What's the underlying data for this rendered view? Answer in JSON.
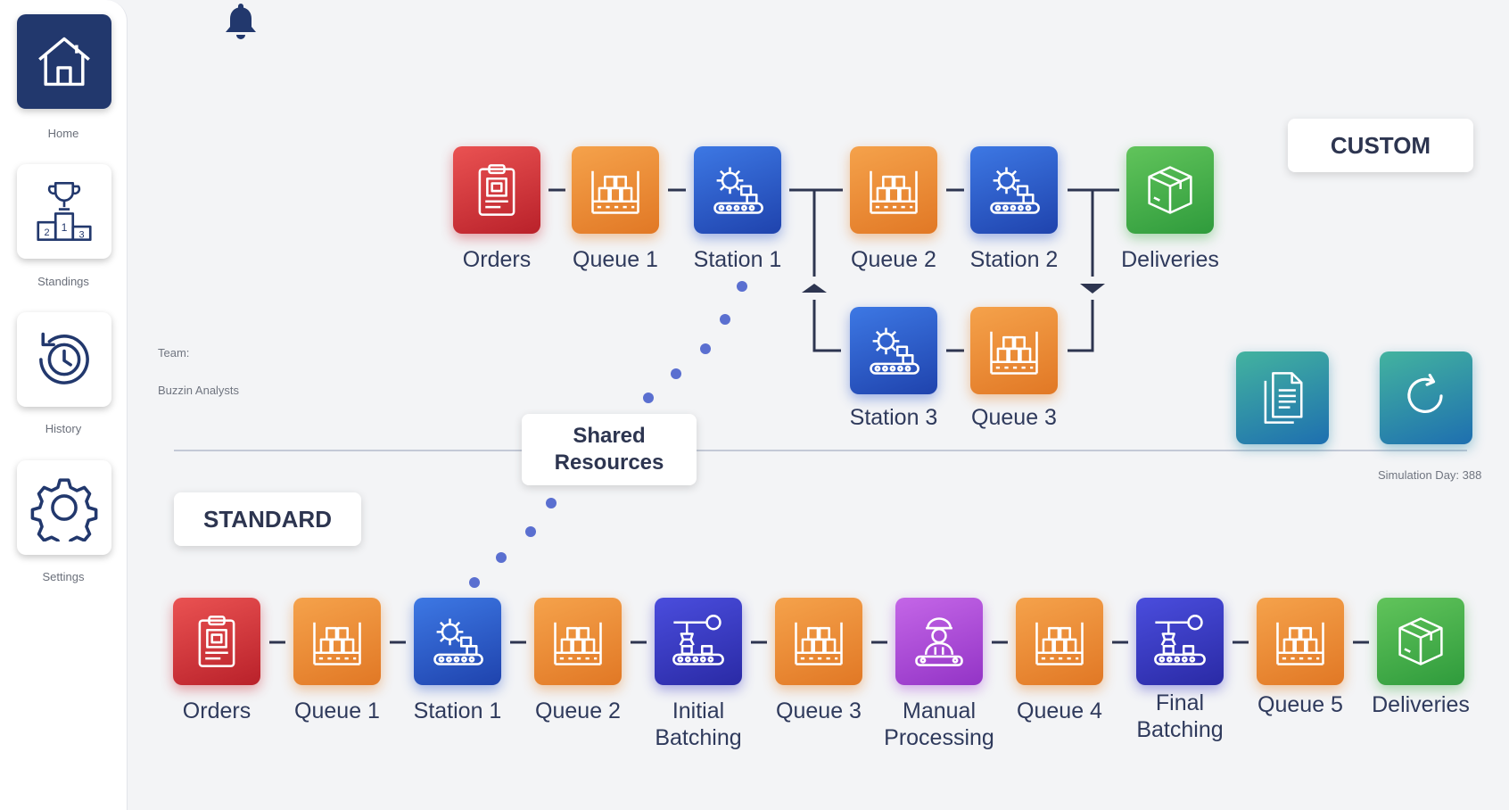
{
  "sidebar": {
    "items": [
      {
        "label": "Home",
        "icon": "home-icon"
      },
      {
        "label": "Standings",
        "icon": "podium-icon"
      },
      {
        "label": "History",
        "icon": "history-icon"
      },
      {
        "label": "Settings",
        "icon": "gear-icon"
      }
    ]
  },
  "team": {
    "label": "Team:",
    "name": "Buzzin Analysts"
  },
  "custom_line": {
    "title": "CUSTOM",
    "nodes": [
      {
        "label": "Orders",
        "icon": "clipboard-icon",
        "color": "#d9343f"
      },
      {
        "label": "Queue 1",
        "icon": "shelf-icon",
        "color": "#ec8d35"
      },
      {
        "label": "Station 1",
        "icon": "gear-conveyor-icon",
        "color": "#2d5ec8"
      },
      {
        "label": "Queue 2",
        "icon": "shelf-icon",
        "color": "#ec8d35"
      },
      {
        "label": "Station 2",
        "icon": "gear-conveyor-icon",
        "color": "#2d5ec8"
      },
      {
        "label": "Deliveries",
        "icon": "box-icon",
        "color": "#46b04a"
      },
      {
        "label": "Station 3",
        "icon": "gear-conveyor-icon",
        "color": "#2d5ec8"
      },
      {
        "label": "Queue 3",
        "icon": "shelf-icon",
        "color": "#ec8d35"
      }
    ]
  },
  "shared_resources": {
    "line1": "Shared",
    "line2": "Resources"
  },
  "standard_line": {
    "title": "STANDARD",
    "nodes": [
      {
        "label": "Orders",
        "icon": "clipboard-icon",
        "color": "#d9343f"
      },
      {
        "label": "Queue 1",
        "icon": "shelf-icon",
        "color": "#ec8d35"
      },
      {
        "label": "Station 1",
        "icon": "gear-conveyor-icon",
        "color": "#2d5ec8"
      },
      {
        "label": "Queue 2",
        "icon": "shelf-icon",
        "color": "#ec8d35"
      },
      {
        "label_line1": "Initial",
        "label_line2": "Batching",
        "icon": "robot-arm-icon",
        "color": "#3a3ac2"
      },
      {
        "label": "Queue 3",
        "icon": "shelf-icon",
        "color": "#ec8d35"
      },
      {
        "label_line1": "Manual",
        "label_line2": "Processing",
        "icon": "worker-icon",
        "color": "#b04fd8"
      },
      {
        "label": "Queue 4",
        "icon": "shelf-icon",
        "color": "#ec8d35"
      },
      {
        "label_line1": "Final",
        "label_line2": "Batching",
        "icon": "robot-arm-icon",
        "color": "#3a3ac2"
      },
      {
        "label": "Queue 5",
        "icon": "shelf-icon",
        "color": "#ec8d35"
      },
      {
        "label": "Deliveries",
        "icon": "box-icon",
        "color": "#46b04a"
      }
    ]
  },
  "actions": [
    {
      "name": "report",
      "icon": "document-icon"
    },
    {
      "name": "reset",
      "icon": "refresh-icon"
    }
  ],
  "simulation": {
    "day_text": "Simulation Day: 388"
  },
  "colors": {
    "navy": "#22386d",
    "text": "#2f3a5c",
    "connector": "#2d3550",
    "dots": "#5a6fd0"
  }
}
